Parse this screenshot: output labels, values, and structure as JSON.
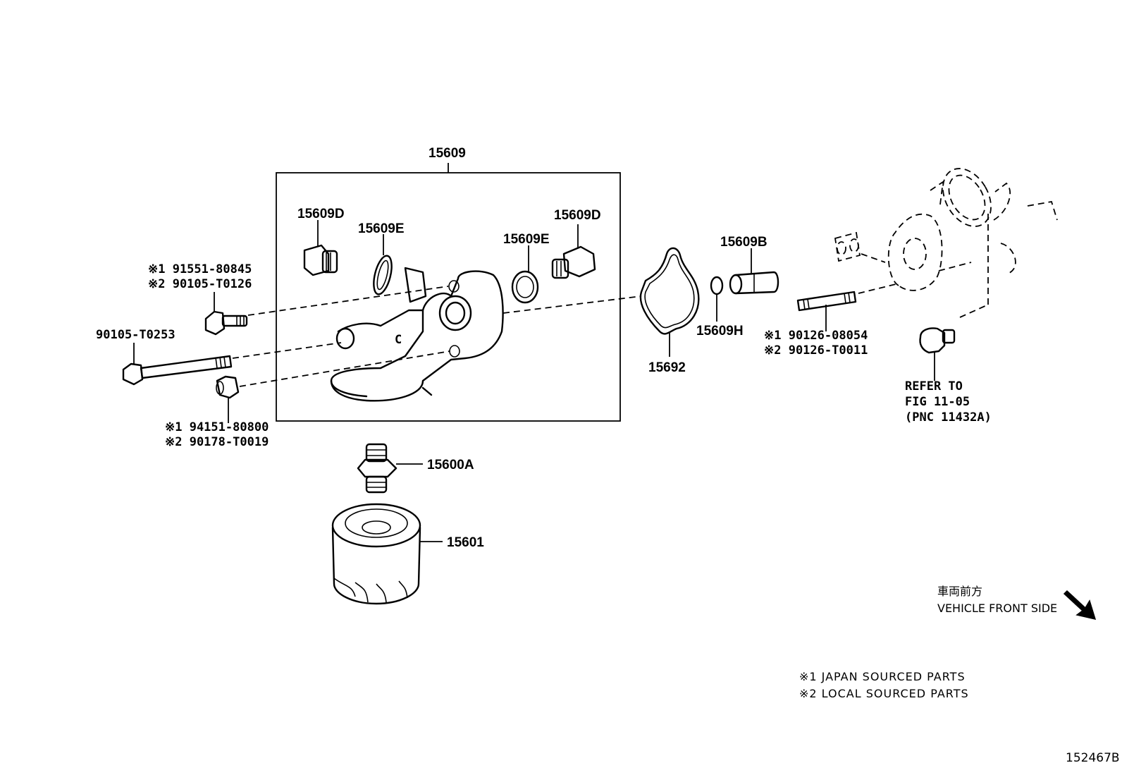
{
  "labels": {
    "assembly": "15609",
    "plug_left": "15609D",
    "gasket_left": "15609E",
    "gasket_right": "15609E",
    "plug_right": "15609D",
    "union": "15609B",
    "oring": "15609H",
    "seal_gasket": "15692",
    "union_bolt": "15600A",
    "filter": "15601",
    "bolt_long": "90105-T0253"
  },
  "callouts": {
    "bolt_top_1": "※1 91551-80845",
    "bolt_top_2": "※2 90105-T0126",
    "collar_1": "※1 94151-80800",
    "collar_2": "※2 90178-T0019",
    "stud_1": "※1 90126-08054",
    "stud_2": "※2 90126-T0011"
  },
  "refer": {
    "line1": "REFER TO",
    "line2": "FIG 11-05",
    "line3": "(PNC 11432A)"
  },
  "direction": {
    "jp": "車両前方",
    "en": "VEHICLE FRONT SIDE"
  },
  "legend": {
    "note1": "※1 JAPAN SOURCED PARTS",
    "note2": "※2 LOCAL SOURCED PARTS"
  },
  "figure_id": "152467B"
}
